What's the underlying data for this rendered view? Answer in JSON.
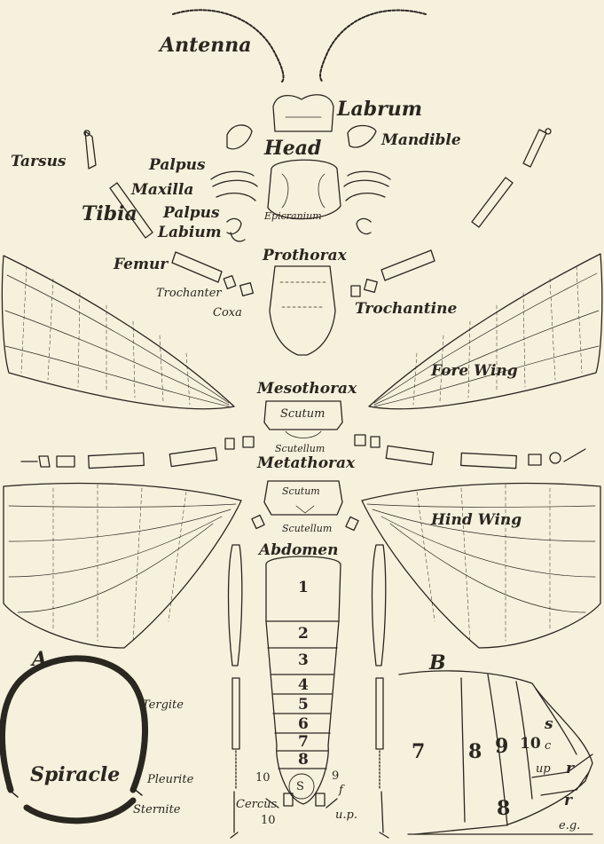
{
  "labels": {
    "antenna": "Antenna",
    "labrum": "Labrum",
    "head": "Head",
    "mandible": "Mandible",
    "tarsus": "Tarsus",
    "palpus_1": "Palpus",
    "maxilla": "Maxilla",
    "tibia": "Tibia",
    "palpus_2": "Palpus",
    "labium": "Labium",
    "epicranium": "Epicranium",
    "femur": "Femur",
    "prothorax": "Prothorax",
    "trochanter": "Trochanter",
    "coxa": "Coxa",
    "trochantine": "Trochantine",
    "fore_wing": "Fore Wing",
    "mesothorax": "Mesothorax",
    "scutum_1": "Scutum",
    "scutellum_1": "Scutellum",
    "metathorax": "Metathorax",
    "scutum_2": "Scutum",
    "scutellum_2": "Scutellum",
    "hind_wing": "Hind Wing",
    "abdomen": "Abdomen",
    "fig_a": "A",
    "fig_b": "B",
    "tergite": "Tergite",
    "spiracle": "Spiracle",
    "pleurite": "Pleurite",
    "sternite": "Sternite",
    "cercus": "Cercus",
    "f": "f",
    "up": "u.p.",
    "seg_s": "S"
  },
  "abdomen_segments": [
    "1",
    "2",
    "3",
    "4",
    "5",
    "6",
    "7",
    "8",
    "9",
    "10",
    "10"
  ],
  "fig_b_labels": {
    "seg7": "7",
    "seg8": "8",
    "seg9": "9",
    "seg10": "10",
    "s": "s",
    "c": "c",
    "up": "up",
    "r1": "r",
    "r2": "r",
    "lower8": "8",
    "eg": "e.g."
  }
}
